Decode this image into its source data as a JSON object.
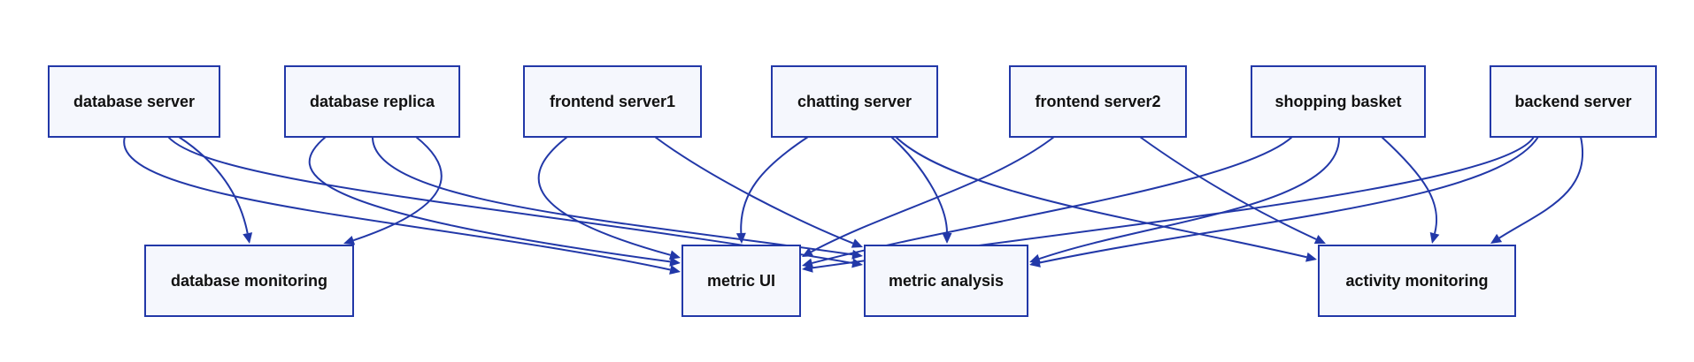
{
  "diagram": {
    "colors": {
      "node_fill": "#f5f7fd",
      "node_border": "#2238a8",
      "edge": "#2238a8",
      "text": "#111111"
    },
    "nodes": [
      {
        "id": "database-server",
        "label": "database server"
      },
      {
        "id": "database-replica",
        "label": "database replica"
      },
      {
        "id": "frontend-server1",
        "label": "frontend server1"
      },
      {
        "id": "chatting-server",
        "label": "chatting server"
      },
      {
        "id": "frontend-server2",
        "label": "frontend server2"
      },
      {
        "id": "shopping-basket",
        "label": "shopping basket"
      },
      {
        "id": "backend-server",
        "label": "backend server"
      },
      {
        "id": "database-monitoring",
        "label": "database monitoring"
      },
      {
        "id": "metric-ui",
        "label": "metric UI"
      },
      {
        "id": "metric-analysis",
        "label": "metric analysis"
      },
      {
        "id": "activity-monitoring",
        "label": "activity monitoring"
      }
    ],
    "edges": [
      {
        "from": "database-server",
        "to": "database-monitoring"
      },
      {
        "from": "database-server",
        "to": "metric-ui"
      },
      {
        "from": "database-server",
        "to": "metric-analysis"
      },
      {
        "from": "database-replica",
        "to": "database-monitoring"
      },
      {
        "from": "database-replica",
        "to": "metric-ui"
      },
      {
        "from": "database-replica",
        "to": "metric-analysis"
      },
      {
        "from": "frontend-server1",
        "to": "metric-ui"
      },
      {
        "from": "frontend-server1",
        "to": "metric-analysis"
      },
      {
        "from": "chatting-server",
        "to": "metric-ui"
      },
      {
        "from": "chatting-server",
        "to": "metric-analysis"
      },
      {
        "from": "chatting-server",
        "to": "activity-monitoring"
      },
      {
        "from": "frontend-server2",
        "to": "metric-ui"
      },
      {
        "from": "frontend-server2",
        "to": "activity-monitoring"
      },
      {
        "from": "shopping-basket",
        "to": "metric-ui"
      },
      {
        "from": "shopping-basket",
        "to": "metric-analysis"
      },
      {
        "from": "shopping-basket",
        "to": "activity-monitoring"
      },
      {
        "from": "backend-server",
        "to": "metric-ui"
      },
      {
        "from": "backend-server",
        "to": "metric-analysis"
      },
      {
        "from": "backend-server",
        "to": "activity-monitoring"
      }
    ]
  }
}
